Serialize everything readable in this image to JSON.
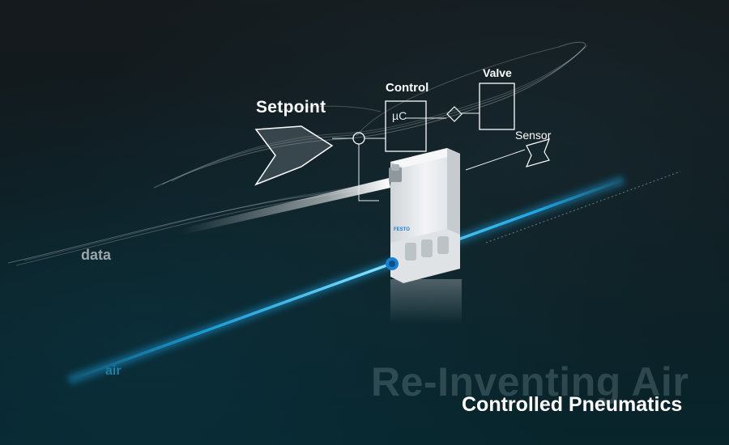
{
  "diagram": {
    "setpoint_label": "Setpoint",
    "control_label": "Control",
    "controller_symbol": "µC",
    "valve_label": "Valve",
    "sensor_label": "Sensor"
  },
  "streams": {
    "data_label": "data",
    "air_label": "air"
  },
  "headline": {
    "tagline": "Re-Inventing Air",
    "title": "Controlled Pneumatics"
  },
  "device": {
    "brand": "FESTO"
  },
  "colors": {
    "air_stream": "#1fb8ff",
    "data_stream": "#ffffff",
    "device_body": "#e6e9ec",
    "connector_accent": "#1a7fd0"
  }
}
